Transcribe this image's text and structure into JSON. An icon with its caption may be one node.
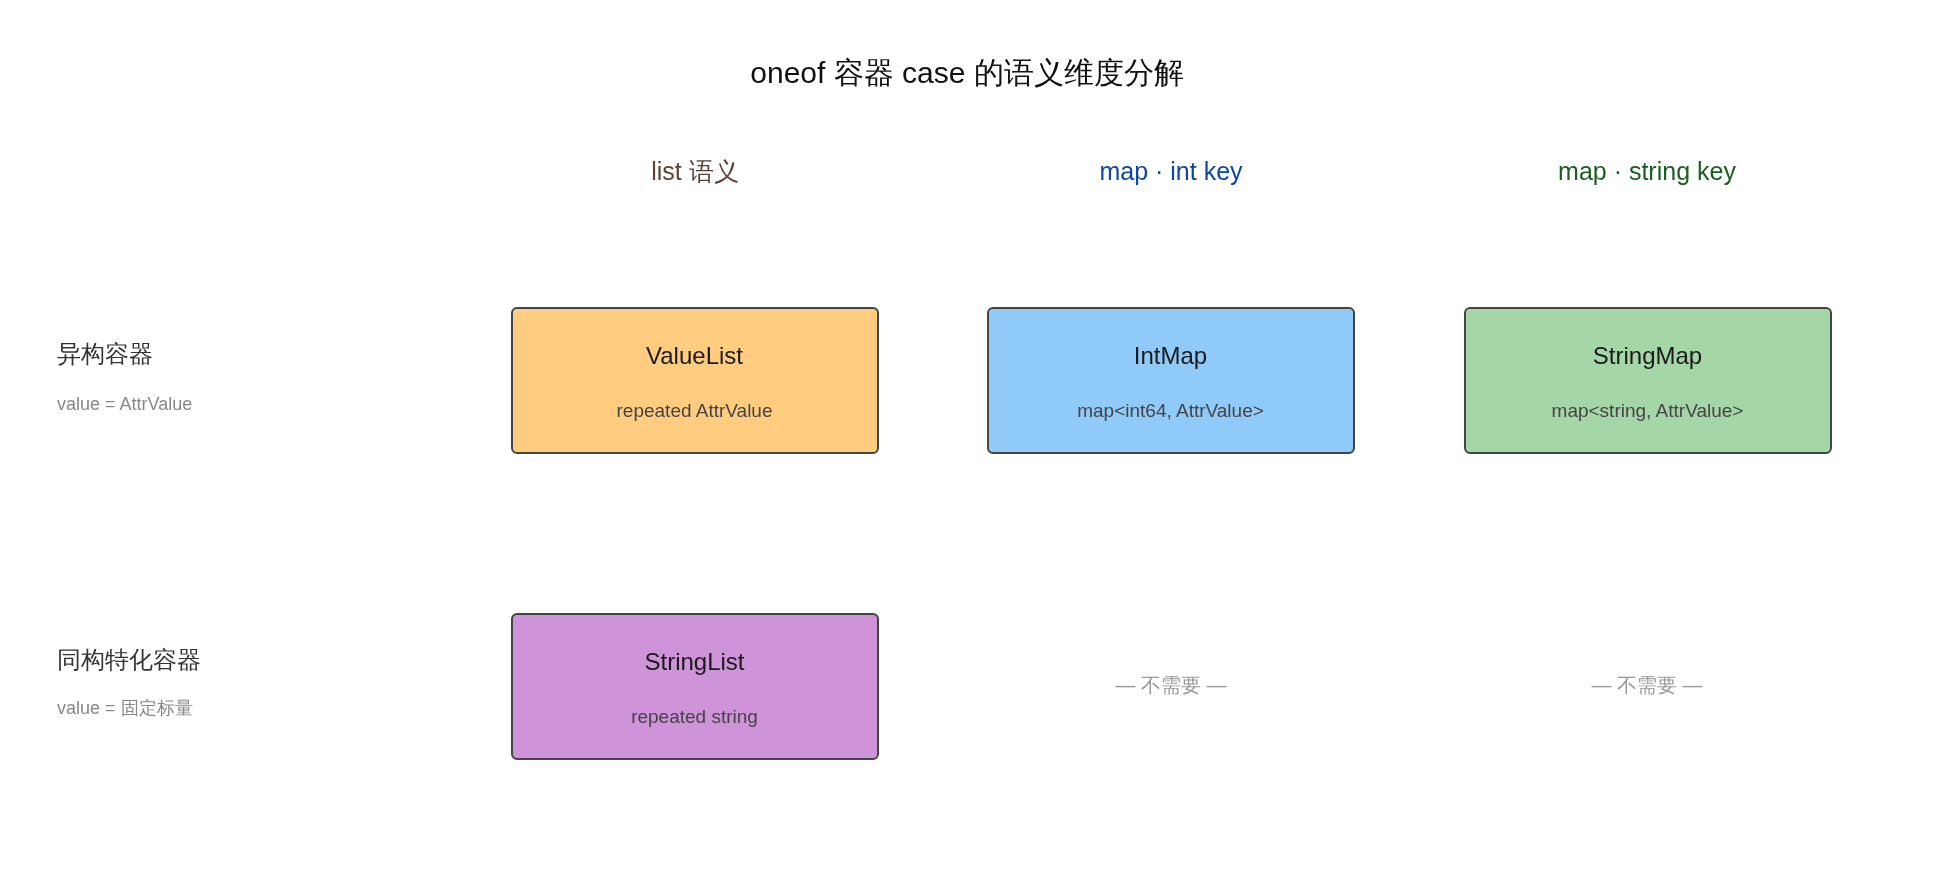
{
  "diagram": {
    "title": "oneof 容器 case 的语义维度分解",
    "nodes": [
      {
        "text": [
          "ValueList",
          "repeated AttrValue"
        ]
      },
      {
        "text": [
          "IntMap",
          "map<int64, AttrValue>"
        ]
      },
      {
        "text": [
          "StringMap",
          "map<string, AttrValue>"
        ]
      },
      {
        "text": [
          "StringList",
          "repeated string"
        ]
      }
    ],
    "edges": [],
    "labels": [
      "list 语义",
      "map · int key",
      "map · string key",
      "异构容器",
      "value = AttrValue",
      "同构特化容器",
      "value = 固定标量",
      "— 不需要 —",
      "— 不需要 —"
    ]
  }
}
